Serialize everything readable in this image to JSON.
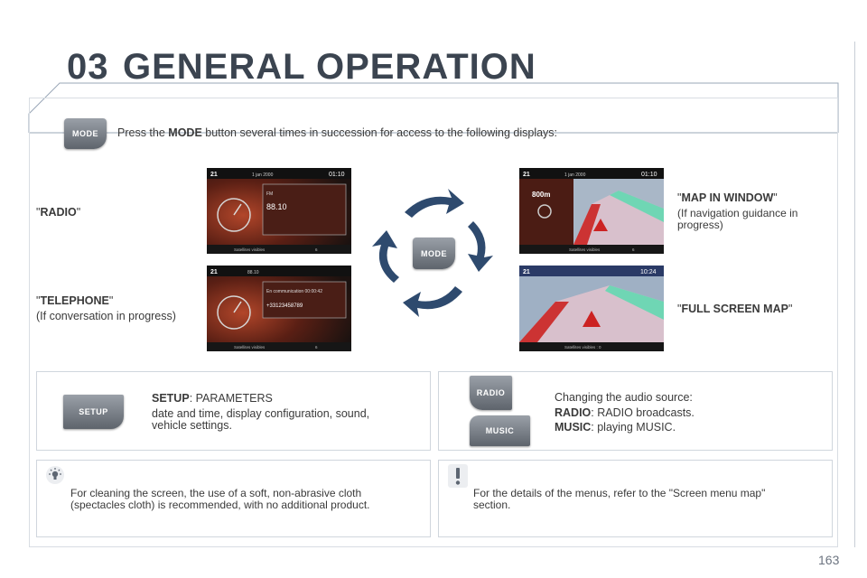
{
  "header": {
    "chapter": "03",
    "title": "GENERAL OPERATION"
  },
  "intro": {
    "prefix": "Press the ",
    "bold": "MODE",
    "suffix": " button several times in succession for access to the following displays:"
  },
  "mode_button_label": "MODE",
  "displays": {
    "radio": {
      "label": "RADIO"
    },
    "telephone": {
      "label": "TELEPHONE",
      "note": "(If conversation in progress)"
    },
    "map_window": {
      "label": "MAP IN WINDOW",
      "note": "(If navigation guidance in progress)"
    },
    "full_map": {
      "label": "FULL SCREEN MAP"
    }
  },
  "screens": {
    "radio": {
      "temp": "21",
      "date": "1  jan  2000",
      "time": "01:10",
      "freq": "88.10",
      "band": "FM",
      "status": "Satellites visibles",
      "count": "6"
    },
    "telephone": {
      "temp": "21",
      "freq": "88.10",
      "comm": "En communication   00:00:42",
      "number": "+33123458789",
      "status": "Satellites visibles",
      "count": "6"
    },
    "map_window": {
      "temp": "21",
      "date": "1  jan  2000",
      "time": "01:10",
      "distance": "800m",
      "status": "Satellites visibles",
      "count": "6"
    },
    "full_map": {
      "temp": "21",
      "time": "10:24",
      "status": "Satellites visibles : 0"
    }
  },
  "setup": {
    "key_label": "SETUP",
    "title_bold": "SETUP",
    "title_rest": ": PARAMETERS",
    "desc": "date and time, display configuration, sound, vehicle settings."
  },
  "source": {
    "radio_key": "RADIO",
    "music_key": "MUSIC",
    "heading": "Changing the audio source:",
    "radio_bold": "RADIO",
    "radio_rest": ": RADIO broadcasts.",
    "music_bold": "MUSIC",
    "music_rest": ": playing MUSIC."
  },
  "tip": {
    "text": "For cleaning the screen, the use of a soft, non-abrasive cloth (spectacles cloth) is recommended, with no additional product."
  },
  "warning": {
    "text": "For the details of the menus, refer to the \"Screen menu map\" section."
  },
  "page_number": "163",
  "colors": {
    "heading": "#3b4450",
    "arrow": "#2e4a6e",
    "rule": "#9aa7b7"
  }
}
